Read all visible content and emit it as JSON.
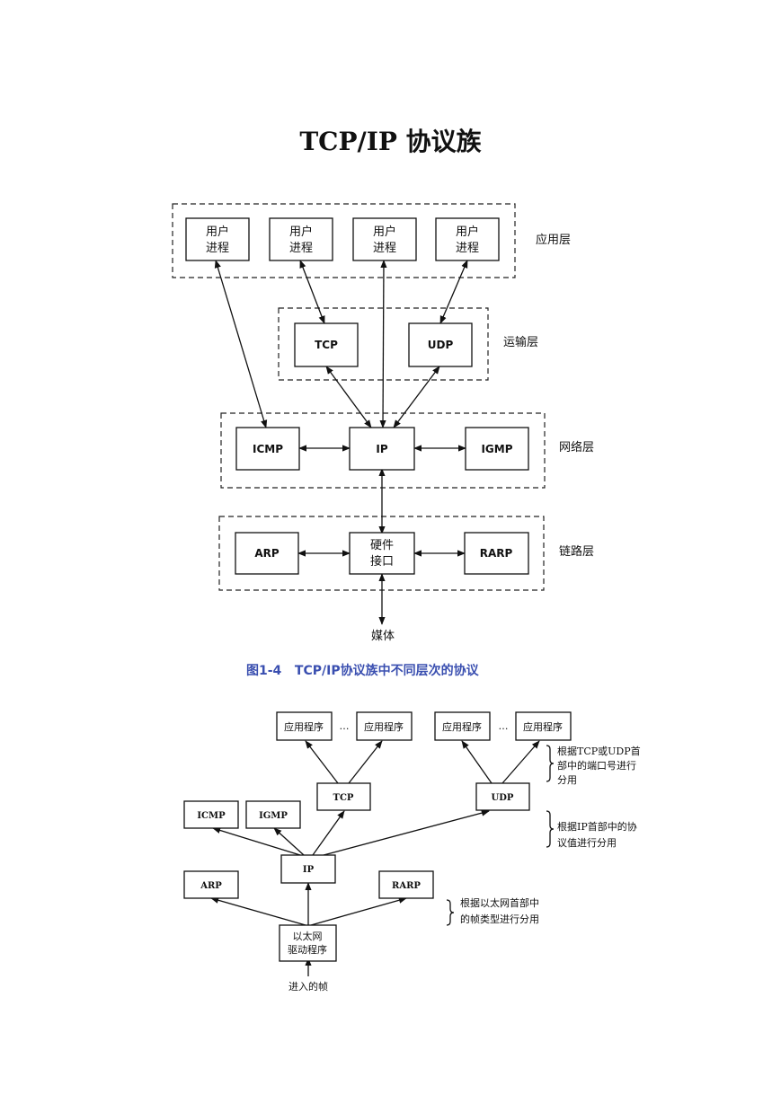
{
  "title": "TCP/IP 协议族",
  "fig1": {
    "user_process": "用户\n进程",
    "tcp": "TCP",
    "udp": "UDP",
    "icmp": "ICMP",
    "ip": "IP",
    "igmp": "IGMP",
    "arp": "ARP",
    "hw_interface": "硬件\n接口",
    "rarp": "RARP",
    "media": "媒体",
    "layers": {
      "application": "应用层",
      "transport": "运输层",
      "network": "网络层",
      "link": "链路层"
    },
    "caption": "图1-4   TCP/IP协议族中不同层次的协议"
  },
  "fig2": {
    "app": "应用程序",
    "ellipsis": "…",
    "tcp": "TCP",
    "udp": "UDP",
    "icmp": "ICMP",
    "igmp": "IGMP",
    "ip": "IP",
    "arp": "ARP",
    "rarp": "RARP",
    "driver": "以太网\n驱动程序",
    "incoming": "进入的帧",
    "notes": {
      "port": "根据TCP或UDP首\n部中的端口号进行\n分用",
      "protocol": "根据IP首部中的协\n议值进行分用",
      "frame": "根据以太网首部中\n的帧类型进行分用"
    }
  }
}
